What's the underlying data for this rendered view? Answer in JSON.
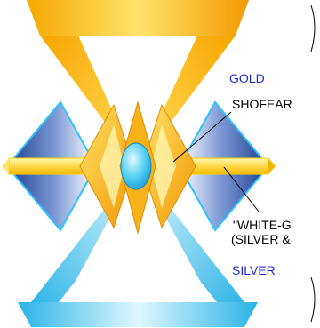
{
  "labels": {
    "gold": "GOLD",
    "shofear": "SHOFEAR",
    "white_gold_line1": "\"WHITE-G",
    "white_gold_line2": "(SILVER &",
    "silver": "SILVER"
  },
  "colors": {
    "gold_label": "#1f2bd6",
    "silver_label": "#1f2bd6",
    "text": "#000000",
    "gold_light": "#ffe36a",
    "gold_dark": "#f39a00",
    "silver_light": "#e8fbff",
    "silver_dark": "#2fb9e8",
    "blue_dark": "#1b3f8f",
    "gem": "#3ec6ef"
  }
}
